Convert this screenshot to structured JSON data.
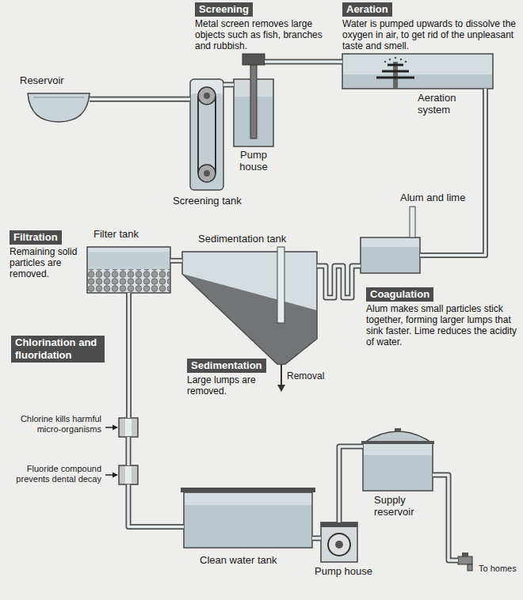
{
  "diagram": {
    "nodes": [
      {
        "text": [
          "Reservoir"
        ]
      },
      {
        "text": [
          "Screening",
          "Metal screen removes large objects such as fish, branches and rubbish."
        ]
      },
      {
        "text": [
          "Screening tank"
        ]
      },
      {
        "text": [
          "Pump house"
        ]
      },
      {
        "text": [
          "Aeration",
          "Water is pumped upwards to dissolve the oxygen in air, to get rid of the unpleasant taste and smell."
        ]
      },
      {
        "text": [
          "Aeration system"
        ]
      },
      {
        "text": [
          "Alum and lime"
        ]
      },
      {
        "text": [
          "Coagulation",
          "Alum makes small particles stick together, forming larger lumps that sink faster. Lime reduces the acidity of water."
        ]
      },
      {
        "text": [
          "Filtration",
          "Remaining solid particles are removed."
        ]
      },
      {
        "text": [
          "Filter tank"
        ]
      },
      {
        "text": [
          "Sedimentation tank"
        ]
      },
      {
        "text": [
          "Sedimentation",
          "Large lumps are removed."
        ]
      },
      {
        "text": [
          "Chlorination and fluoridation"
        ]
      },
      {
        "text": [
          "Chlorine kills harmful micro-organisms"
        ]
      },
      {
        "text": [
          "Fluoride compound prevents dental decay"
        ]
      },
      {
        "text": [
          "Clean water tank"
        ]
      },
      {
        "text": [
          "Pump house"
        ]
      },
      {
        "text": [
          "Supply reservoir"
        ]
      },
      {
        "text": [
          "To homes"
        ]
      }
    ],
    "edges": [
      {
        "from": 0,
        "to": 2,
        "arrow": "none"
      },
      {
        "from": 2,
        "to": 3,
        "arrow": "none"
      },
      {
        "from": 3,
        "to": 5,
        "arrow": "none"
      },
      {
        "from": 5,
        "to": 6,
        "arrow": "none"
      },
      {
        "from": 6,
        "to": 10,
        "arrow": "none"
      },
      {
        "from": 10,
        "to": 9,
        "arrow": "none"
      },
      {
        "from": 9,
        "to": 13,
        "arrow": "none"
      },
      {
        "from": 13,
        "to": 14,
        "arrow": "none"
      },
      {
        "from": 14,
        "to": 15,
        "arrow": "none"
      },
      {
        "from": 15,
        "to": 16,
        "arrow": "none"
      },
      {
        "from": 16,
        "to": 17,
        "arrow": "none"
      },
      {
        "from": 17,
        "to": 18,
        "arrow": "none"
      }
    ],
    "labels": [
      "Removal"
    ]
  }
}
